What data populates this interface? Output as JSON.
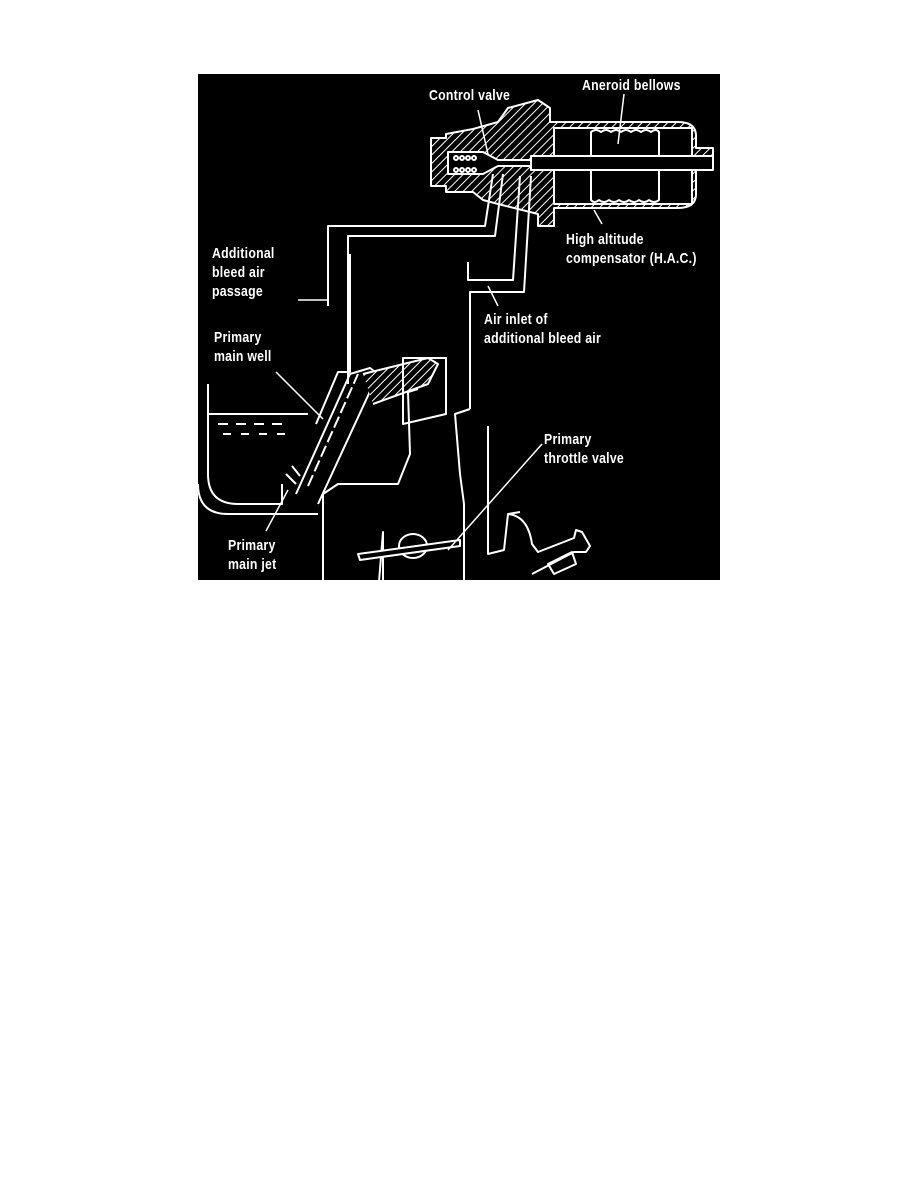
{
  "figure": {
    "background": "#000000",
    "line_color": "#ffffff",
    "labels": {
      "control_valve": [
        "Control valve"
      ],
      "aneroid_bellows": [
        "Aneroid bellows"
      ],
      "hac": [
        "High altitude",
        "compensator (H.A.C.)"
      ],
      "bleed_passage": [
        "Additional",
        "bleed air",
        "passage"
      ],
      "air_inlet": [
        "Air inlet of",
        "additional bleed air"
      ],
      "main_well": [
        "Primary",
        "main well"
      ],
      "throttle_valve": [
        "Primary",
        "throttle valve"
      ],
      "main_jet": [
        "Primary",
        "main jet"
      ]
    }
  }
}
